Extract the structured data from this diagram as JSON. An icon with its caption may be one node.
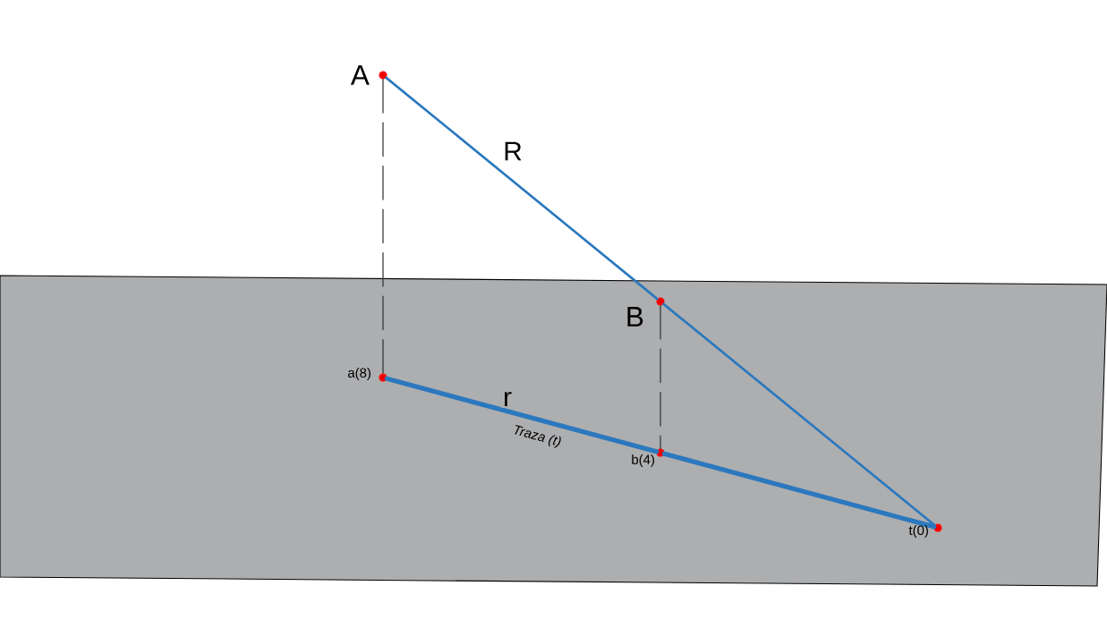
{
  "diagram": {
    "nodes": [
      {
        "text": [],
        "shape": "circle",
        "beside": [
          "A"
        ]
      },
      {
        "text": [],
        "shape": "circle",
        "beside": [
          "B"
        ]
      },
      {
        "text": [],
        "shape": "circle",
        "beside": [
          "a(8)"
        ]
      },
      {
        "text": [],
        "shape": "circle",
        "beside": [
          "b(4)"
        ]
      },
      {
        "text": [],
        "shape": "circle",
        "beside": [
          "t(0)"
        ]
      }
    ],
    "edges": [
      {
        "from": 0,
        "to": 1,
        "arrow": "none",
        "label": "R"
      },
      {
        "from": 1,
        "to": 4,
        "arrow": "none"
      },
      {
        "from": 2,
        "to": 3,
        "arrow": "none",
        "label": "r",
        "style": "thick"
      },
      {
        "from": 3,
        "to": 4,
        "arrow": "none",
        "style": "thick"
      },
      {
        "from": 0,
        "to": 2,
        "arrow": "none",
        "style": "dashed",
        "color": "#333333"
      },
      {
        "from": 1,
        "to": 3,
        "arrow": "none",
        "style": "dashed",
        "color": "#333333"
      }
    ],
    "labels": [
      "Traza (t)"
    ]
  }
}
